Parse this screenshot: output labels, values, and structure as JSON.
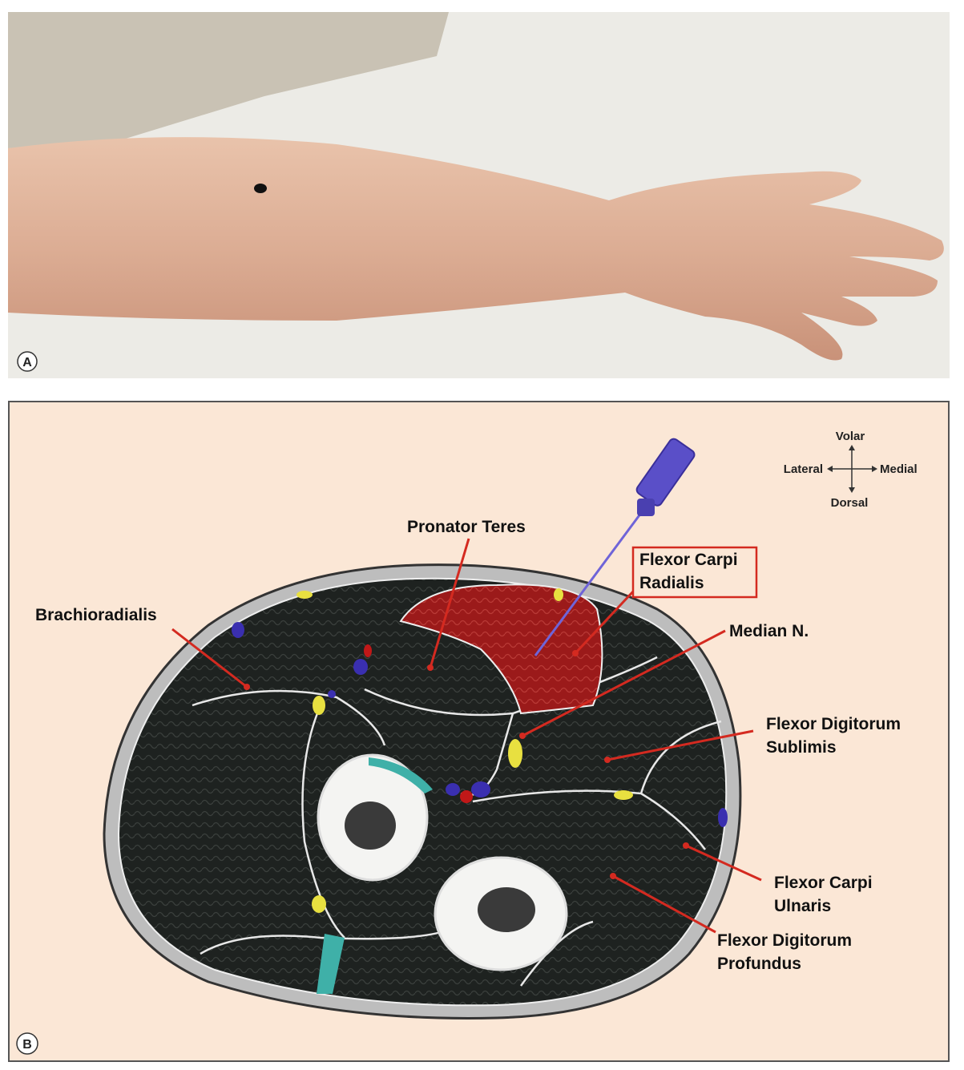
{
  "panel_a": {
    "letter": "A"
  },
  "panel_b": {
    "letter": "B",
    "compass": {
      "up": "Volar",
      "left": "Lateral",
      "right": "Medial",
      "down": "Dorsal"
    },
    "labels": {
      "pronator_teres": "Pronator Teres",
      "fcr_line1": "Flexor Carpi",
      "fcr_line2": "Radialis",
      "brachioradialis": "Brachioradialis",
      "median_nerve": "Median N.",
      "fds_line1": "Flexor Digitorum",
      "fds_line2": "Sublimis",
      "fcu_line1": "Flexor Carpi",
      "fcu_line2": "Ulnaris",
      "fdp_line1": "Flexor Digitorum",
      "fdp_line2": "Profundus"
    }
  },
  "colors": {
    "highlight_muscle": "#a01c1c",
    "leader": "#d42a20",
    "panel_bg": "#fbe7d6",
    "needle": "#5a4fc8"
  }
}
